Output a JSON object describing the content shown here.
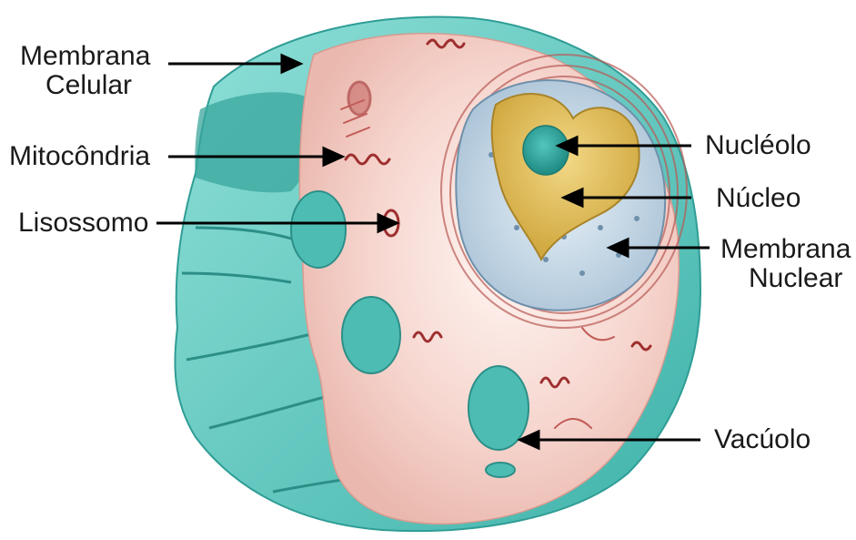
{
  "labels": {
    "membrana_celular": [
      "Membrana",
      "Celular"
    ],
    "mitocondria": "Mitocôndria",
    "lisossomo": "Lisossomo",
    "nucleolo": "Nucléolo",
    "nucleo": "Núcleo",
    "membrana_nuclear": [
      "Membrana",
      "Nuclear"
    ],
    "vacuolo": "Vacúolo"
  },
  "colors": {
    "teal": "#5ec9c1",
    "teal_dark": "#2f9d95",
    "cytoplasm": "#f7dcd6",
    "organelle": "#b23a3a",
    "nucleus_yellow": "#e7c45c",
    "nuclear_membrane": "#c9dbe8",
    "nucleolus": "#2fa59b"
  }
}
